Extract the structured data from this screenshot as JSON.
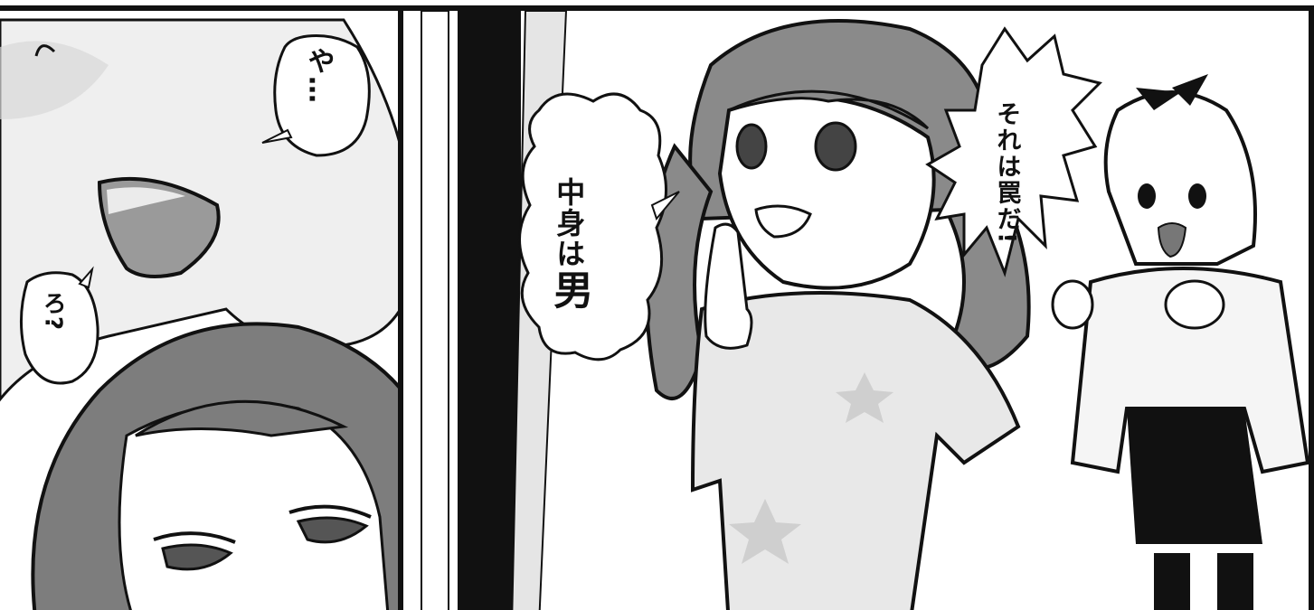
{
  "panels": [
    {
      "id": "left",
      "description_label": ""
    },
    {
      "id": "right",
      "description_label": ""
    }
  ],
  "speech": {
    "ya": "や…",
    "ro": "ろ?",
    "nakami_a": "中身は",
    "nakami_b": "男",
    "wana": "それは罠だ!"
  },
  "colors": {
    "ink": "#111111",
    "hair_gray": "#8a8a8a",
    "skin": "#ffffff",
    "tone_light": "#d9d9d9",
    "tone_mid": "#bdbdbd"
  }
}
